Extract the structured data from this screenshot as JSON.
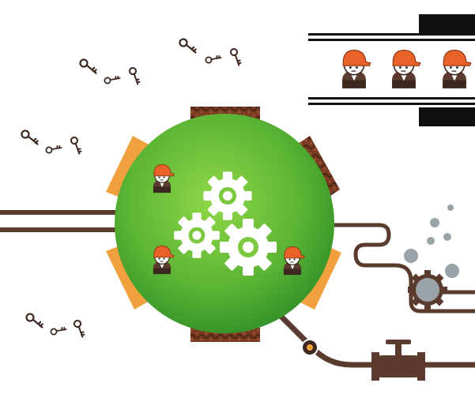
{
  "scene": {
    "workers_on_conveyor": 3,
    "workers_in_circle": 3,
    "gears_in_circle": 3,
    "key_groups": 4,
    "bubbles": 6
  },
  "colors": {
    "background": "#ffffff",
    "circle_light": "#7ccb3a",
    "circle_dark": "#2f9a2c",
    "orange_panel": "#f0a03c",
    "brown": "#5a3b2e",
    "brown_dark": "#3d2820",
    "texture_panel": "#7a3b22",
    "gear_white": "#ffffff",
    "bubble_gray": "#9aa3a8",
    "hat_orange": "#e8622a",
    "black": "#111111"
  },
  "icons": {
    "key": "key-icon",
    "gear": "gear-icon",
    "worker": "worker-icon",
    "valve": "valve-icon",
    "bubble": "bubble-icon",
    "conveyor": "conveyor-icon"
  }
}
